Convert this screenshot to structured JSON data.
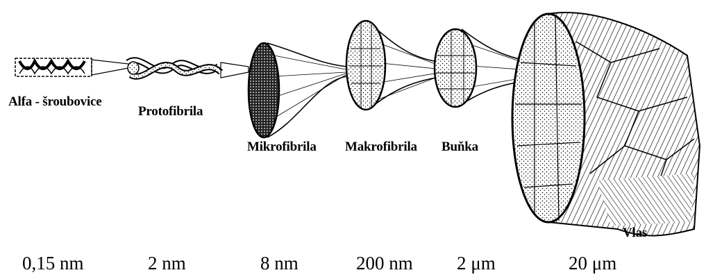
{
  "stages": [
    {
      "name": "Alfa - šroubovice",
      "size": "0,15 nm"
    },
    {
      "name": "Protofibrila",
      "size": "2 nm"
    },
    {
      "name": "Mikrofibrila",
      "size": "8 nm"
    },
    {
      "name": "Makrofibrila",
      "size": "200 nm"
    },
    {
      "name": "Buňka",
      "size": "2 μm"
    },
    {
      "name": "Vlas",
      "size": "20 μm"
    }
  ]
}
